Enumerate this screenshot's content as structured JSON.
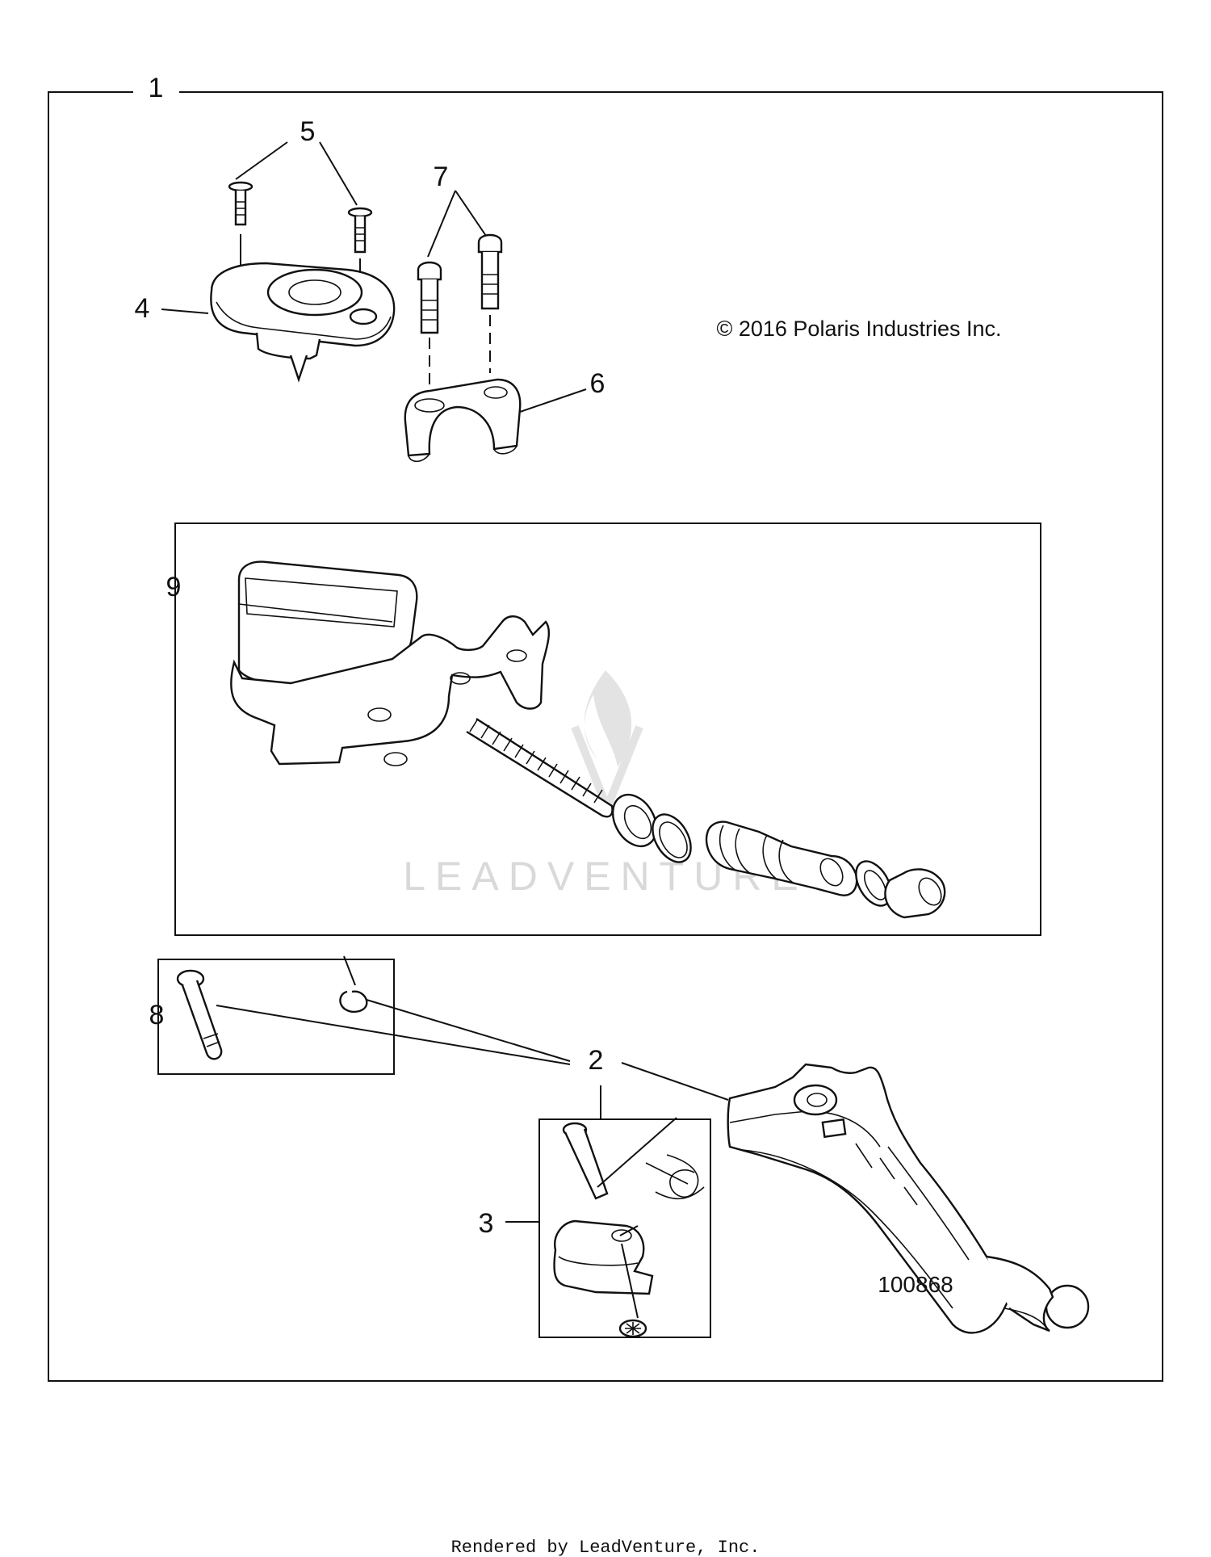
{
  "diagram": {
    "callouts": {
      "c1": "1",
      "c2": "2",
      "c3": "3",
      "c4": "4",
      "c5": "5",
      "c6": "6",
      "c7": "7",
      "c8": "8",
      "c9": "9"
    },
    "copyright": "© 2016 Polaris Industries Inc.",
    "diagram_id": "100868",
    "watermark": "LEADVENTURE",
    "footer": "Rendered by LeadVenture, Inc."
  }
}
